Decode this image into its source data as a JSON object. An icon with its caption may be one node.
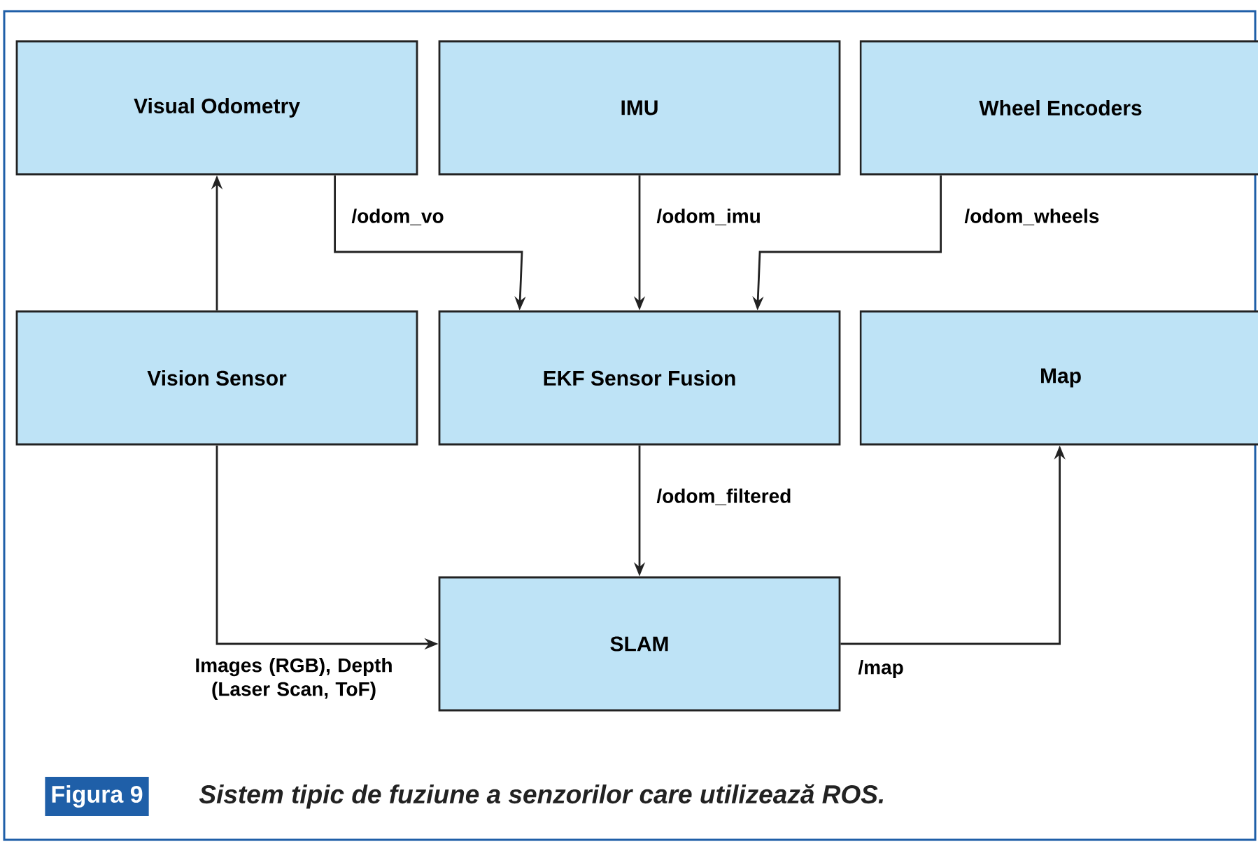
{
  "diagram": {
    "caption": "Sistem tipic de fuziune a senzorilor care utilizează ROS.",
    "nodes": [
      {
        "text": [
          "Visual Odometry"
        ]
      },
      {
        "text": [
          "IMU"
        ]
      },
      {
        "text": [
          "Wheel Encoders"
        ]
      },
      {
        "text": [
          "Vision Sensor"
        ]
      },
      {
        "text": [
          "EKF Sensor Fusion"
        ]
      },
      {
        "text": [
          "Map"
        ]
      },
      {
        "text": [
          "SLAM"
        ]
      }
    ],
    "edges": [
      {
        "from": 3,
        "to": 0,
        "arrow": "to"
      },
      {
        "from": 0,
        "to": 4,
        "arrow": "to",
        "label": "/odom_vo"
      },
      {
        "from": 1,
        "to": 4,
        "arrow": "to",
        "label": "/odom_imu"
      },
      {
        "from": 2,
        "to": 4,
        "arrow": "to",
        "label": "/odom_wheels"
      },
      {
        "from": 4,
        "to": 6,
        "arrow": "to",
        "label": "/odom_filtered"
      },
      {
        "from": 3,
        "to": 6,
        "arrow": "to",
        "label": "Images (RGB), Depth (Laser Scan, ToF)"
      },
      {
        "from": 6,
        "to": 5,
        "arrow": "to",
        "label": "/map"
      }
    ],
    "labels": [
      "Figura 9"
    ]
  }
}
